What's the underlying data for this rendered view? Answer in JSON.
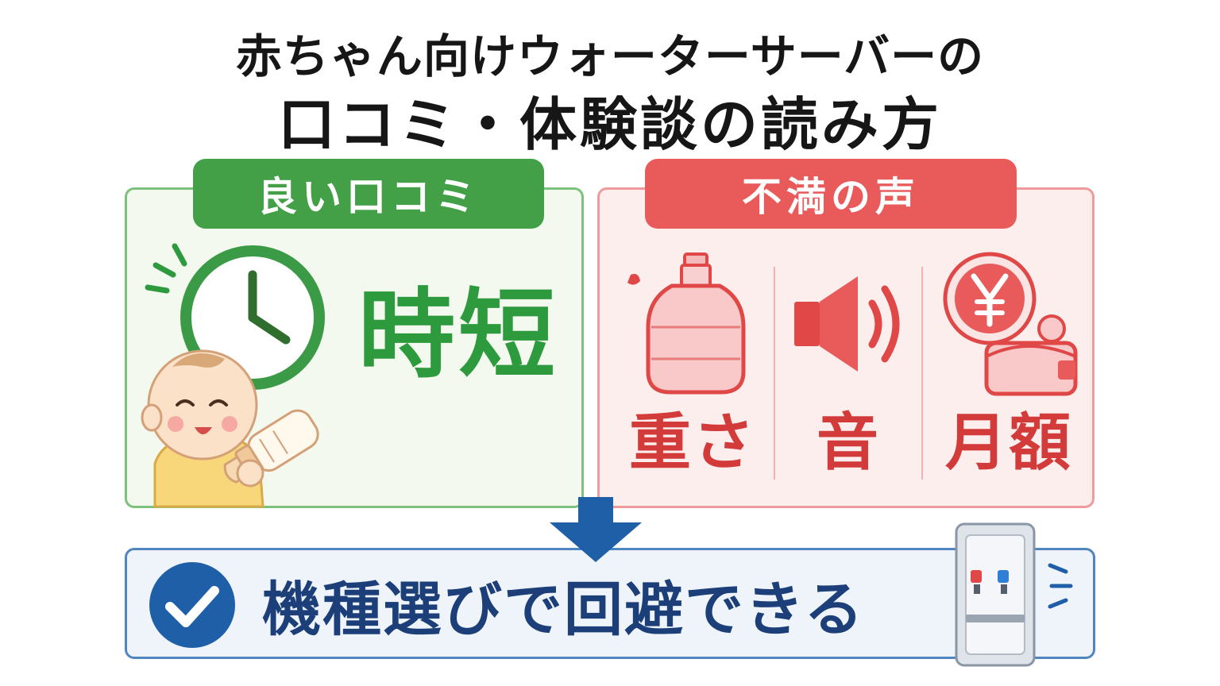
{
  "title": {
    "line1": "赤ちゃん向けウォーターサーバーの",
    "line2": "口コミ・体験談の読み方"
  },
  "good": {
    "label": "良い口コミ",
    "point": "時短",
    "icons": [
      "clock-icon",
      "baby-with-bottle-icon"
    ]
  },
  "bad": {
    "label": "不満の声",
    "issues": [
      {
        "text": "重さ",
        "icon": "water-bottle-icon"
      },
      {
        "text": "音",
        "icon": "speaker-icon"
      },
      {
        "text": "月額",
        "icon": "yen-wallet-icon"
      }
    ]
  },
  "result": {
    "text": "機種選びで回避できる",
    "icons": [
      "checkmark-icon",
      "water-server-icon"
    ]
  },
  "colors": {
    "good": "#43a047",
    "bad": "#e95a5a",
    "result": "#1c3f7a",
    "arrow": "#1f5fa8"
  }
}
